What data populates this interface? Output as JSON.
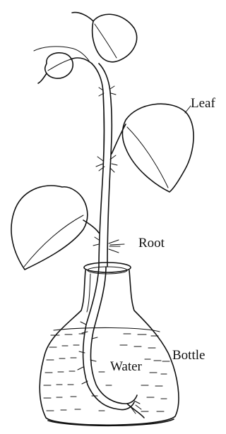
{
  "diagram": {
    "labels": {
      "leaf": "Leaf",
      "root": "Root",
      "water": "Water",
      "bottle": "Bottle"
    },
    "parts": [
      "stem",
      "leaves",
      "roots",
      "water",
      "bottle"
    ]
  }
}
